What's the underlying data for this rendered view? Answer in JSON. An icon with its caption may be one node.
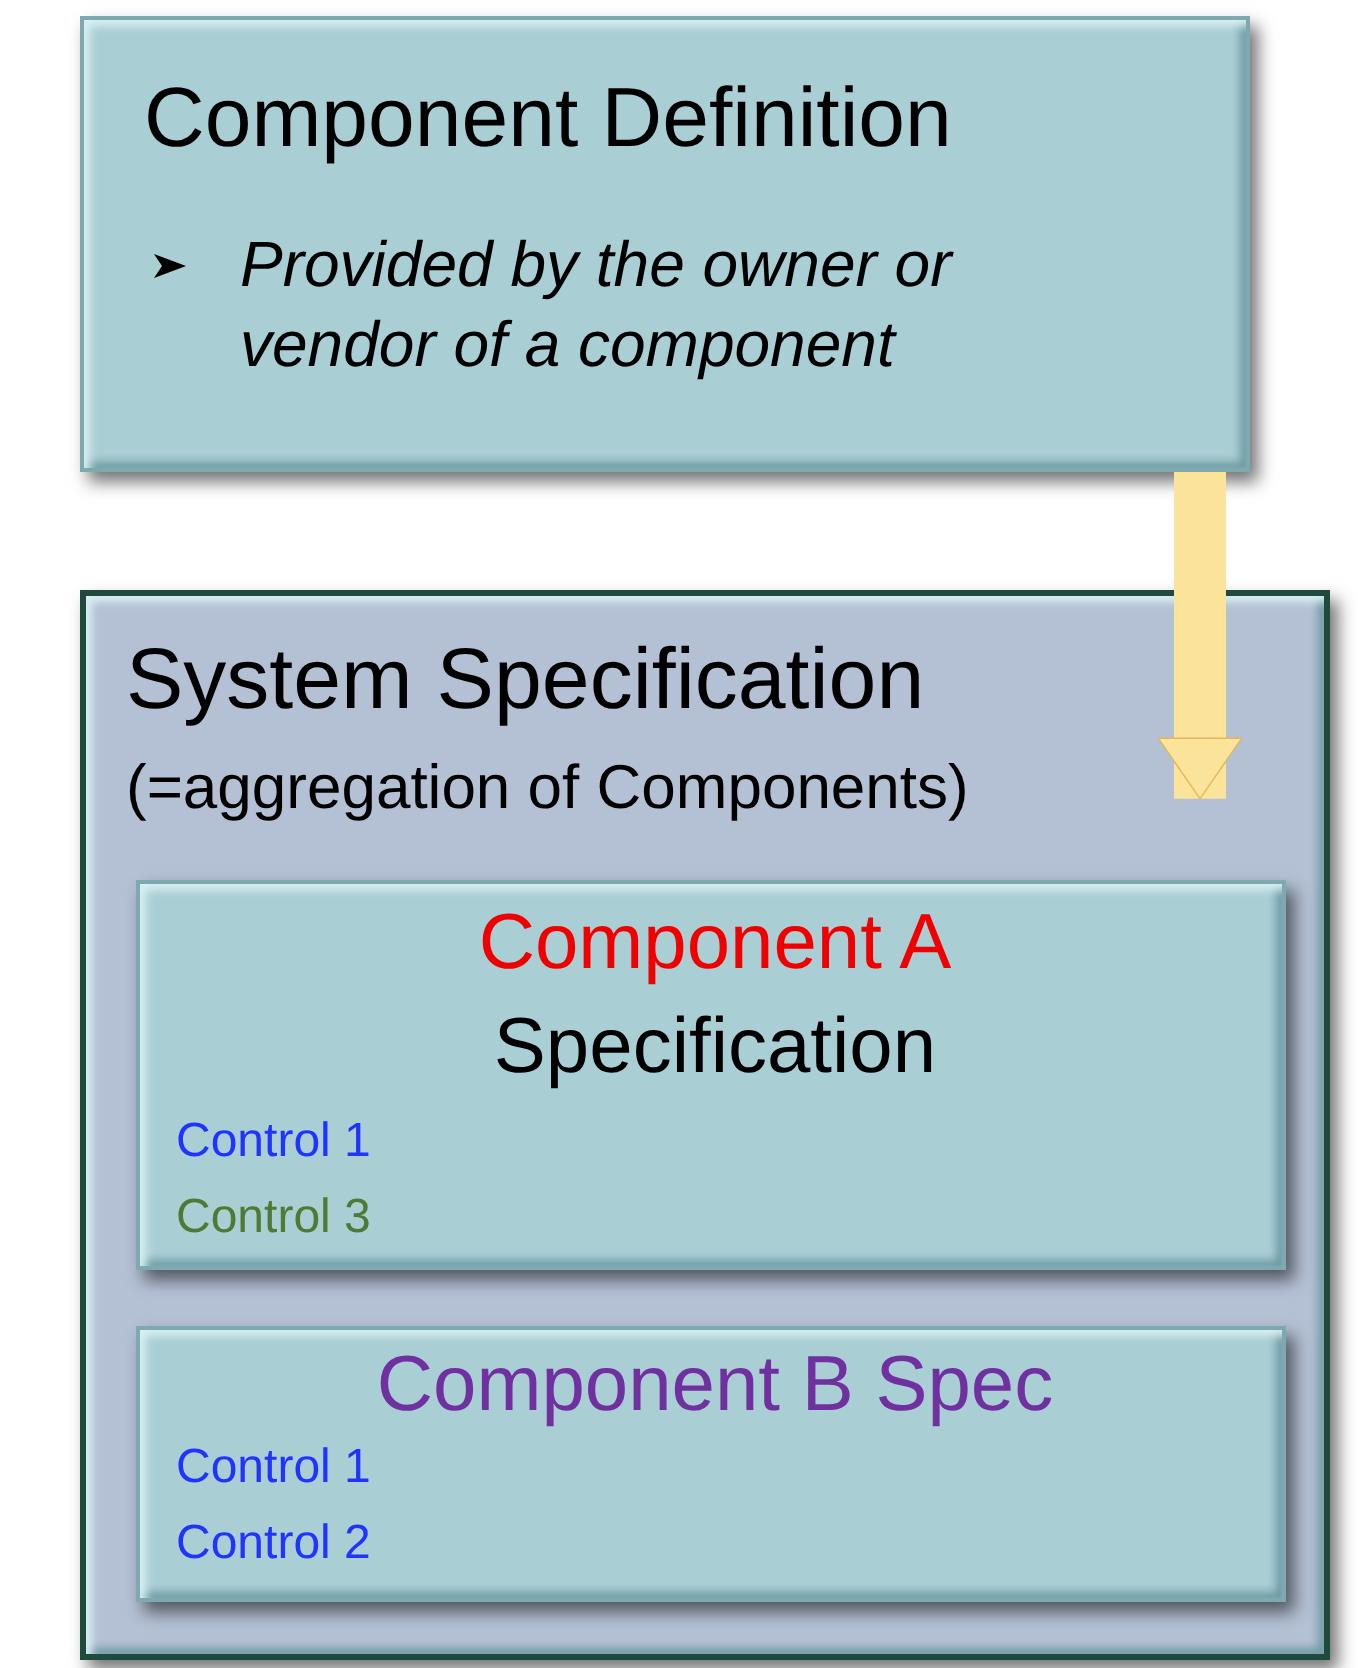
{
  "diagram": {
    "nodes": [
      {
        "text": [
          "Component  Definition",
          "Provided by the owner or vendor of a component"
        ]
      },
      {
        "text": [
          "System Specification",
          "(=aggregation of Components)"
        ]
      },
      {
        "text": [
          "Component A",
          "Specification",
          "Control 1",
          "Control 3"
        ],
        "in": 1
      },
      {
        "text": [
          "Component B Spec",
          "Control 1",
          "Control 2"
        ],
        "in": 1
      }
    ],
    "edges": [
      {
        "from": 0,
        "to": 2,
        "arrow": "to",
        "color": "#fbe39a"
      }
    ]
  }
}
